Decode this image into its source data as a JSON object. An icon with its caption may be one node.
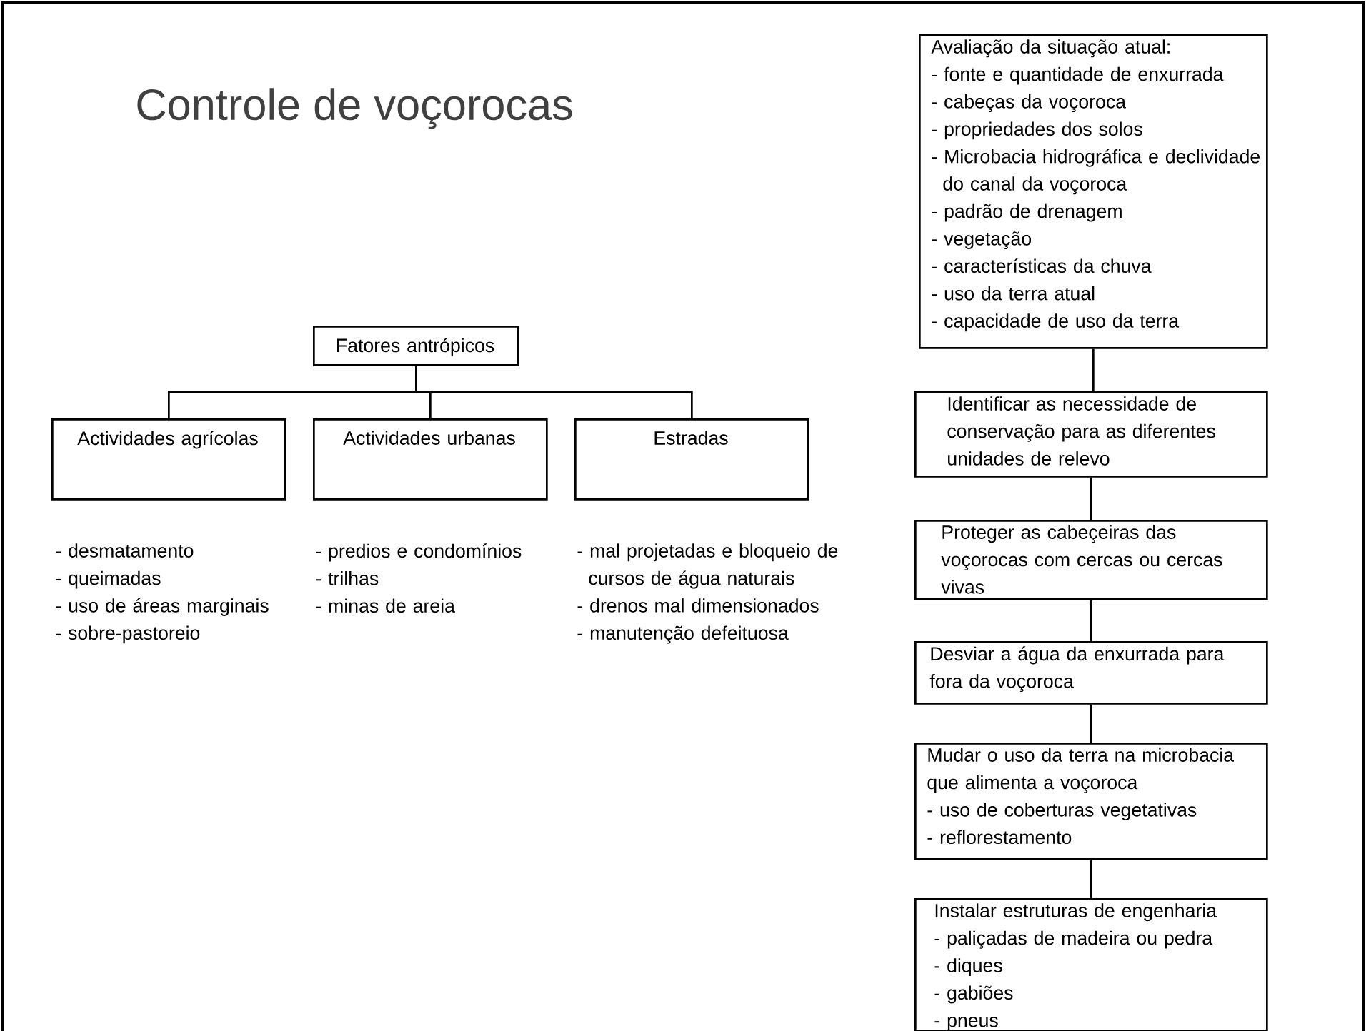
{
  "diagram": {
    "title": "Controle de voçorocas",
    "nodes": [
      {
        "text": [
          "Fatores antrópicos"
        ]
      },
      {
        "text": [
          "Actividades agrícolas"
        ],
        "beside": [
          "- desmatamento",
          "- queimadas",
          "- uso de áreas marginais",
          "- sobre-pastoreio"
        ]
      },
      {
        "text": [
          "Actividades urbanas"
        ],
        "beside": [
          "- predios e condomínios",
          "- trilhas",
          "- minas de areia"
        ]
      },
      {
        "text": [
          "Estradas"
        ],
        "beside": [
          "- mal projetadas e bloqueio de cursos de água naturais",
          "- drenos mal dimensionados",
          "- manutenção defeituosa"
        ]
      },
      {
        "text": [
          "Avaliação da situação atual:",
          "- fonte e quantidade de enxurrada",
          "- cabeças da voçoroca",
          "- propriedades dos solos",
          "- Microbacia hidrográfica e declividade do canal da voçoroca",
          "- padrão de drenagem",
          "- vegetação",
          "- características da chuva",
          "- uso da terra atual",
          "- capacidade de uso da terra"
        ]
      },
      {
        "text": [
          "Identificar as necessidade de conservação para as diferentes unidades de relevo"
        ]
      },
      {
        "text": [
          "Proteger as cabeçeiras das voçorocas com cercas ou cercas vivas"
        ]
      },
      {
        "text": [
          "Desviar a água da enxurrada para fora da voçoroca"
        ]
      },
      {
        "text": [
          "Mudar o uso da terra na microbacia que alimenta a voçoroca",
          "- uso de coberturas vegetativas",
          "- reflorestamento"
        ]
      },
      {
        "text": [
          "Instalar estruturas de engenharia",
          "- paliçadas de madeira ou pedra",
          "- diques",
          "- gabiões",
          "- pneus"
        ]
      }
    ],
    "edges": [
      {
        "from": 0,
        "to": 1,
        "arrow": "none"
      },
      {
        "from": 0,
        "to": 2,
        "arrow": "none"
      },
      {
        "from": 0,
        "to": 3,
        "arrow": "none"
      },
      {
        "from": 4,
        "to": 5,
        "arrow": "none"
      },
      {
        "from": 5,
        "to": 6,
        "arrow": "none"
      },
      {
        "from": 6,
        "to": 7,
        "arrow": "none"
      },
      {
        "from": 7,
        "to": 8,
        "arrow": "none"
      },
      {
        "from": 8,
        "to": 9,
        "arrow": "none"
      }
    ]
  }
}
